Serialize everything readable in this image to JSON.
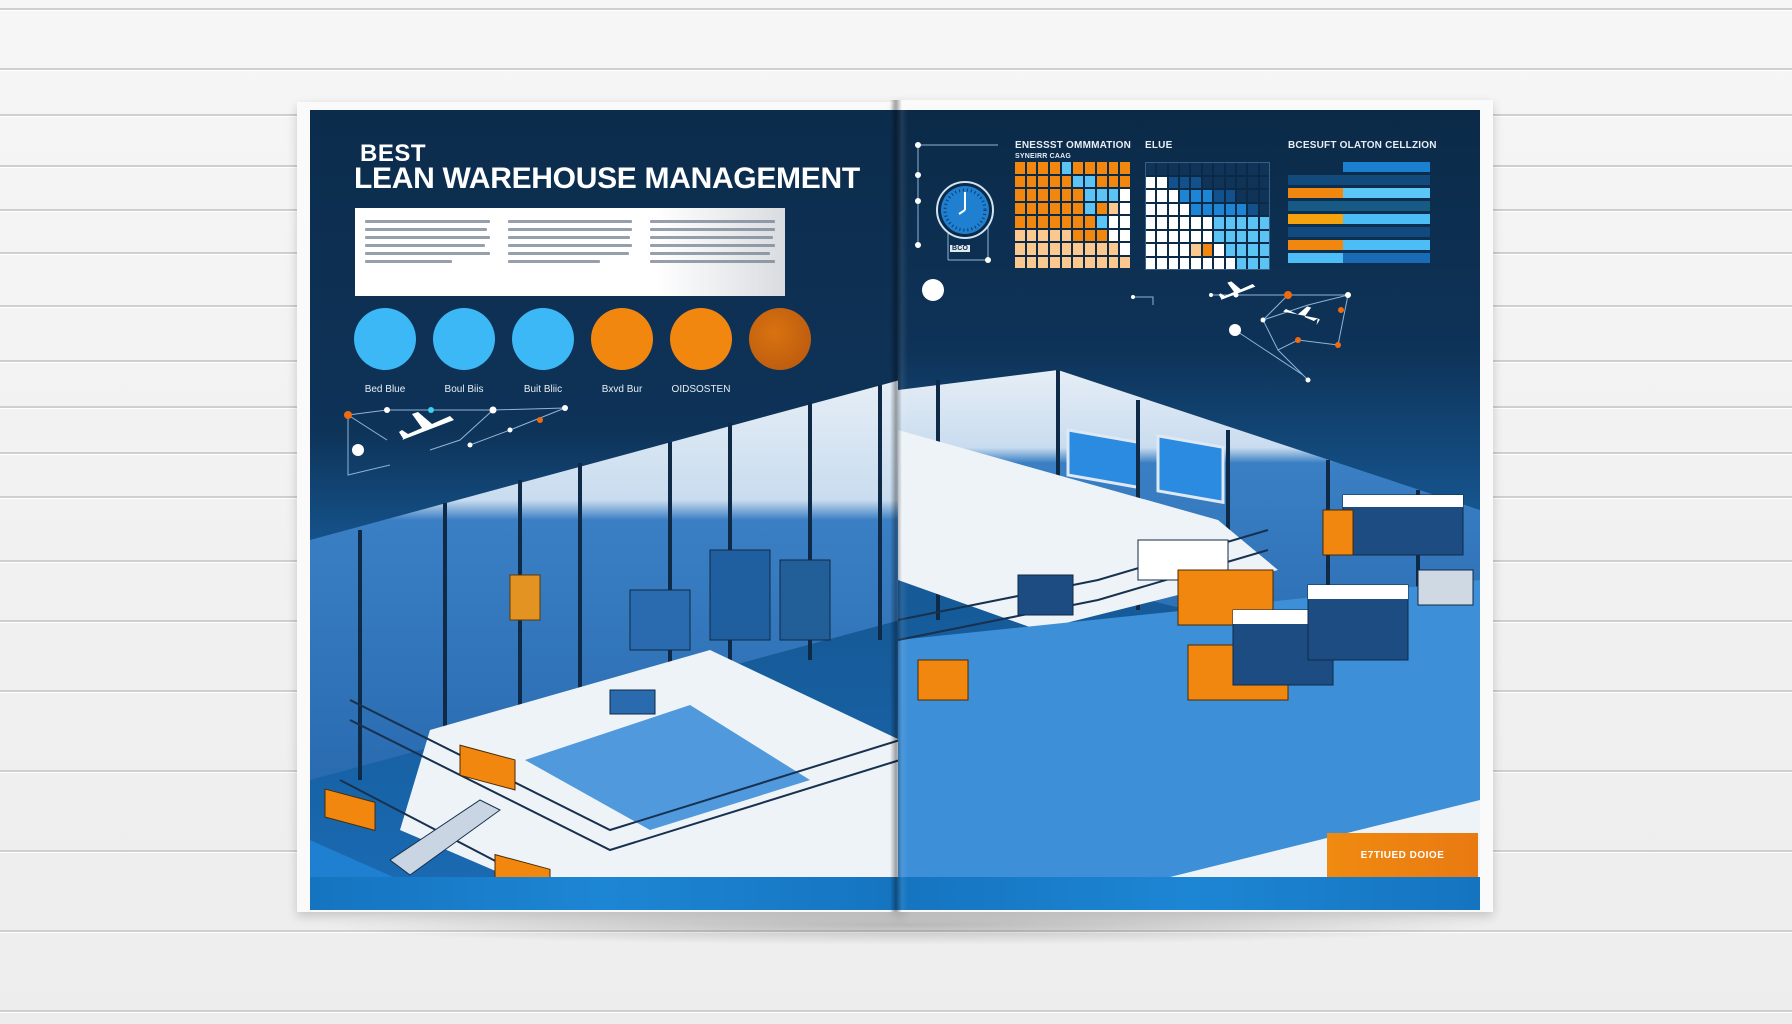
{
  "scene": "Open magazine spread on white plank wall",
  "left_page": {
    "title_small": "BEST",
    "title_big": "LEAN WAREHOUSE MANAGEMENT",
    "intro_columns": 3,
    "swatches": [
      {
        "label": "Bed Blue",
        "color": "#3bb8f5"
      },
      {
        "label": "Boul Biis",
        "color": "#3bb8f5"
      },
      {
        "label": "Buit Bliic",
        "color": "#3bb8f5"
      },
      {
        "label": "Bxvd Bur",
        "color": "#f2870f"
      },
      {
        "label": "OIDSOSTEN",
        "color": "#f2870f"
      },
      {
        "label": "",
        "color": "#c6620f"
      }
    ]
  },
  "right_page": {
    "chart1_title": "ENESSST OMMMATION",
    "chart1_subtitle": "SYNEIRR CAAG",
    "chart2_title": "ELUE",
    "chart3_title": "BCESUFT OLATON CELLZION",
    "clock_label": "BCO",
    "badge_text": "E7TIUED DOIOE"
  },
  "colors": {
    "navy": "#0c2c4c",
    "blue": "#1a6bb5",
    "light_blue": "#3bb8f5",
    "orange": "#f2870f",
    "dark_orange": "#c6620f"
  },
  "chart_data": [
    {
      "type": "heatmap",
      "title": "ENESSST OMMMATION",
      "subtitle": "SYNEIRR CAAG",
      "rows": 8,
      "cols": 10,
      "legend": {
        "O": "orange",
        "L": "light orange",
        "B": "light blue",
        "W": "white"
      },
      "cells": [
        "OOOOBOOOOO",
        "OOOOOBBOOO",
        "OOOOOOBBBW",
        "OOOOOOBOLW",
        "OOOOOOOBWW",
        "LLLLLOOOWW",
        "LLLLLLLLLW",
        "LLLLLLLLLL"
      ]
    },
    {
      "type": "heatmap",
      "title": "ELUE",
      "rows": 8,
      "cols": 11,
      "legend": {
        "N": "navy",
        "D": "dark blue",
        "M": "mid blue",
        "B": "light blue",
        "W": "white",
        "O": "orange",
        "L": "light orange"
      },
      "cells": [
        "NNNNNNNNNNN",
        "WWDDDNNNNNN",
        "WWWMMMDDNNN",
        "WWWWMMMMMDN",
        "WWWWWWBBBBB",
        "WWWWWWBBBBB",
        "WWWWLOWBBBB",
        "WWWWWWWWBBB"
      ]
    },
    {
      "type": "bar",
      "title": "BCESUFT OLATON CELLZION",
      "orientation": "horizontal",
      "rows": [
        {
          "left": "#0c2c4c",
          "split": 0.39,
          "right": "#1a80cf"
        },
        {
          "left": "#134a7c",
          "split": 1.0,
          "right": "#134a7c"
        },
        {
          "left": "#f2870f",
          "split": 0.39,
          "right": "#5cc6f7"
        },
        {
          "left": "#175a86",
          "split": 1.0,
          "right": "#175a86"
        },
        {
          "left": "#f5a20f",
          "split": 0.39,
          "right": "#4cbdf5"
        },
        {
          "left": "#124a80",
          "split": 1.0,
          "right": "#124a80"
        },
        {
          "left": "#f2870f",
          "split": 0.39,
          "right": "#4cbdf5"
        },
        {
          "left": "#4cbdf5",
          "split": 0.39,
          "right": "#1a6bb5"
        }
      ]
    }
  ]
}
